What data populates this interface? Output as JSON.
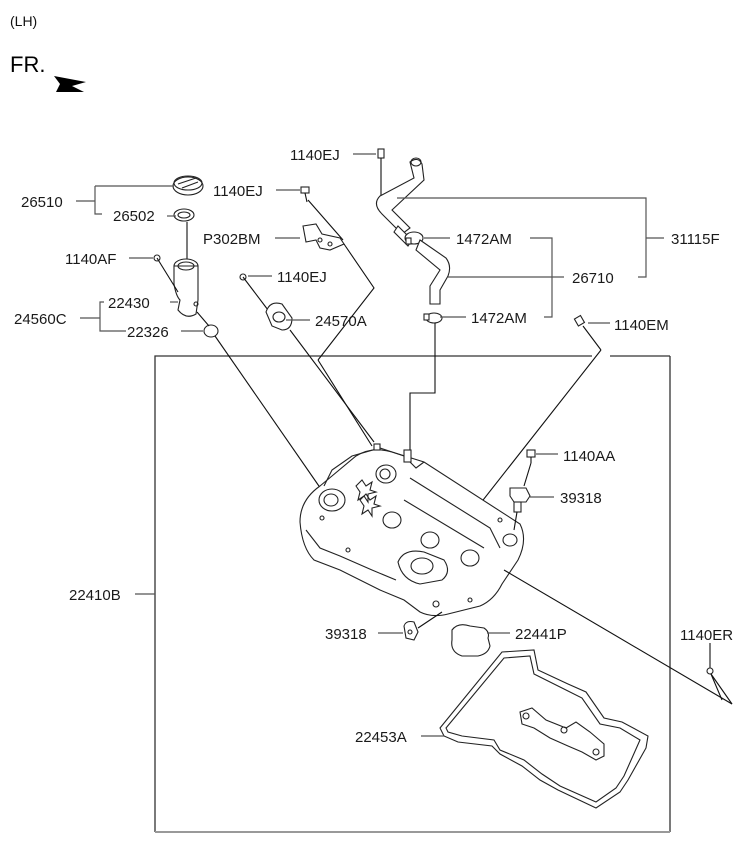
{
  "header": {
    "side": "(LH)",
    "front_marker": "FR."
  },
  "callouts": {
    "p26510": "26510",
    "p26502": "26502",
    "p1140AF": "1140AF",
    "p22430": "22430",
    "p24560C": "24560C",
    "p22326": "22326",
    "p1140EJ_top": "1140EJ",
    "p1140EJ_mid": "1140EJ",
    "p1140EJ_low": "1140EJ",
    "pP302BM": "P302BM",
    "p24570A": "24570A",
    "p1472AM_upper": "1472AM",
    "p1472AM_lower": "1472AM",
    "p26710": "26710",
    "p31115F": "31115F",
    "p1140EM": "1140EM",
    "p1140AA": "1140AA",
    "p39318_right": "39318",
    "p22410B": "22410B",
    "p39318_left": "39318",
    "p22441P": "22441P",
    "p1140ER": "1140ER",
    "p22453A": "22453A"
  }
}
